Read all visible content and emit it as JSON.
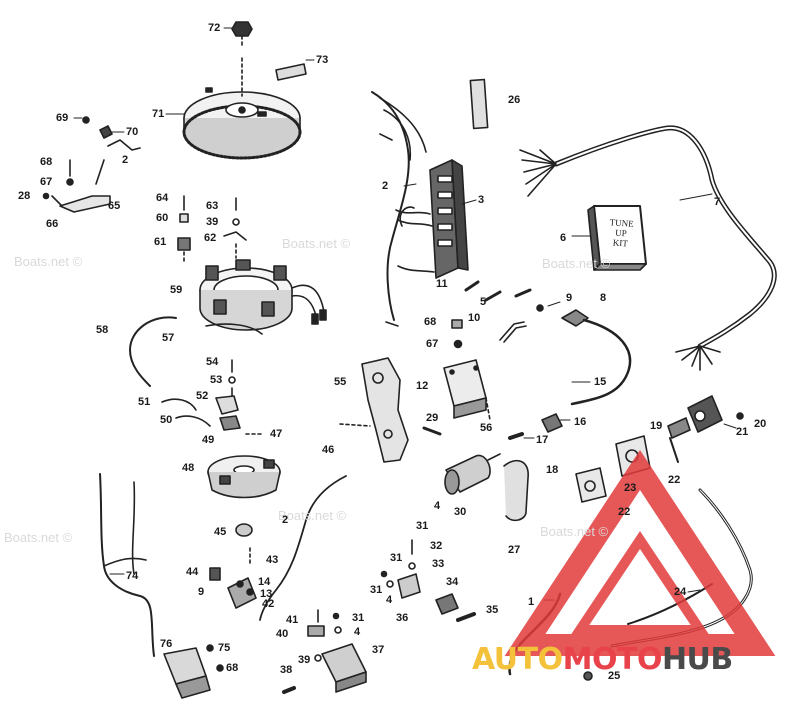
{
  "watermark": {
    "text": "Boats.net ©"
  },
  "brand": {
    "part1": "AUTO",
    "part2": "MOTO",
    "part3": "HUB",
    "colors": {
      "part1": "#f4c13a",
      "part2": "#e8434a",
      "part3": "#4a4a4a",
      "triangle": "#e23b3b"
    }
  },
  "callouts": [
    {
      "id": "c72",
      "text": "72"
    },
    {
      "id": "c73",
      "text": "73"
    },
    {
      "id": "c71",
      "text": "71"
    },
    {
      "id": "c69",
      "text": "69"
    },
    {
      "id": "c70",
      "text": "70"
    },
    {
      "id": "c68a",
      "text": "68"
    },
    {
      "id": "c2a",
      "text": "2"
    },
    {
      "id": "c67a",
      "text": "67"
    },
    {
      "id": "c28",
      "text": "28"
    },
    {
      "id": "c65",
      "text": "65"
    },
    {
      "id": "c66",
      "text": "66"
    },
    {
      "id": "c64",
      "text": "64"
    },
    {
      "id": "c63",
      "text": "63"
    },
    {
      "id": "c60",
      "text": "60"
    },
    {
      "id": "c39",
      "text": "39"
    },
    {
      "id": "c62",
      "text": "62"
    },
    {
      "id": "c61",
      "text": "61"
    },
    {
      "id": "c59",
      "text": "59"
    },
    {
      "id": "c58",
      "text": "58"
    },
    {
      "id": "c57",
      "text": "57"
    },
    {
      "id": "c54",
      "text": "54"
    },
    {
      "id": "c53",
      "text": "53"
    },
    {
      "id": "c52",
      "text": "52"
    },
    {
      "id": "c51",
      "text": "51"
    },
    {
      "id": "c50",
      "text": "50"
    },
    {
      "id": "c49",
      "text": "49"
    },
    {
      "id": "c47",
      "text": "47"
    },
    {
      "id": "c48",
      "text": "48"
    },
    {
      "id": "c26",
      "text": "26"
    },
    {
      "id": "c2b",
      "text": "2"
    },
    {
      "id": "c3",
      "text": "3"
    },
    {
      "id": "c7",
      "text": "7"
    },
    {
      "id": "c6",
      "text": "6"
    },
    {
      "id": "c11",
      "text": "11"
    },
    {
      "id": "c5",
      "text": "5"
    },
    {
      "id": "c9",
      "text": "9"
    },
    {
      "id": "c8",
      "text": "8"
    },
    {
      "id": "c10",
      "text": "10"
    },
    {
      "id": "c68b",
      "text": "68"
    },
    {
      "id": "c67b",
      "text": "67"
    },
    {
      "id": "c55",
      "text": "55"
    },
    {
      "id": "c12",
      "text": "12"
    },
    {
      "id": "c15",
      "text": "15"
    },
    {
      "id": "c29",
      "text": "29"
    },
    {
      "id": "c56",
      "text": "56"
    },
    {
      "id": "c46",
      "text": "46"
    },
    {
      "id": "c16",
      "text": "16"
    },
    {
      "id": "c17",
      "text": "17"
    },
    {
      "id": "c19",
      "text": "19"
    },
    {
      "id": "c20",
      "text": "20"
    },
    {
      "id": "c21",
      "text": "21"
    },
    {
      "id": "c18",
      "text": "18"
    },
    {
      "id": "c22a",
      "text": "22"
    },
    {
      "id": "c23",
      "text": "23"
    },
    {
      "id": "c22b",
      "text": "22"
    },
    {
      "id": "c4a",
      "text": "4"
    },
    {
      "id": "c30",
      "text": "30"
    },
    {
      "id": "c31a",
      "text": "31"
    },
    {
      "id": "c27",
      "text": "27"
    },
    {
      "id": "c2c",
      "text": "2"
    },
    {
      "id": "c45",
      "text": "45"
    },
    {
      "id": "c43",
      "text": "43"
    },
    {
      "id": "c74",
      "text": "74"
    },
    {
      "id": "c44",
      "text": "44"
    },
    {
      "id": "c14",
      "text": "14"
    },
    {
      "id": "c13",
      "text": "13"
    },
    {
      "id": "c9b",
      "text": "9"
    },
    {
      "id": "c42",
      "text": "42"
    },
    {
      "id": "c32",
      "text": "32"
    },
    {
      "id": "c31b",
      "text": "31"
    },
    {
      "id": "c33",
      "text": "33"
    },
    {
      "id": "c34",
      "text": "34"
    },
    {
      "id": "c31c",
      "text": "31"
    },
    {
      "id": "c4b",
      "text": "4"
    },
    {
      "id": "c35",
      "text": "35"
    },
    {
      "id": "c36",
      "text": "36"
    },
    {
      "id": "c1",
      "text": "1"
    },
    {
      "id": "c24",
      "text": "24"
    },
    {
      "id": "c41",
      "text": "41"
    },
    {
      "id": "c31d",
      "text": "31"
    },
    {
      "id": "c40",
      "text": "40"
    },
    {
      "id": "c4c",
      "text": "4"
    },
    {
      "id": "c76",
      "text": "76"
    },
    {
      "id": "c75",
      "text": "75"
    },
    {
      "id": "c68c",
      "text": "68"
    },
    {
      "id": "c39b",
      "text": "39"
    },
    {
      "id": "c37",
      "text": "37"
    },
    {
      "id": "c38",
      "text": "38"
    },
    {
      "id": "c25",
      "text": "25"
    }
  ],
  "kit_box": {
    "line1": "TUNE",
    "line2": "UP",
    "line3": "KIT"
  }
}
